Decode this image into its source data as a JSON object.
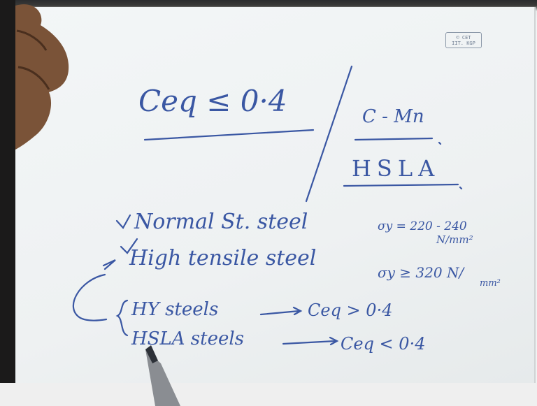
{
  "stamp": {
    "line1": "© CET",
    "line2": "IIT. KGP"
  },
  "heading": {
    "formula": "Ceq ≤ 0·4",
    "class1": "C - Mn",
    "class2": "HSLA"
  },
  "list": {
    "item1": "Normal St. steel",
    "item1_value": "σy = 220 - 240",
    "item1_unit": "N/mm²",
    "item2": "High tensile steel",
    "item2_value": "σy ≥ 320 N/",
    "item2_unit": "mm²",
    "sub1": "HY steels",
    "sub1_result": "Ceq > 0·4",
    "sub2": "HSLA steels",
    "sub2_result": "Ceq < 0·4"
  },
  "colors": {
    "ink": "#3a57a3",
    "paper": "#f1f4f5"
  }
}
